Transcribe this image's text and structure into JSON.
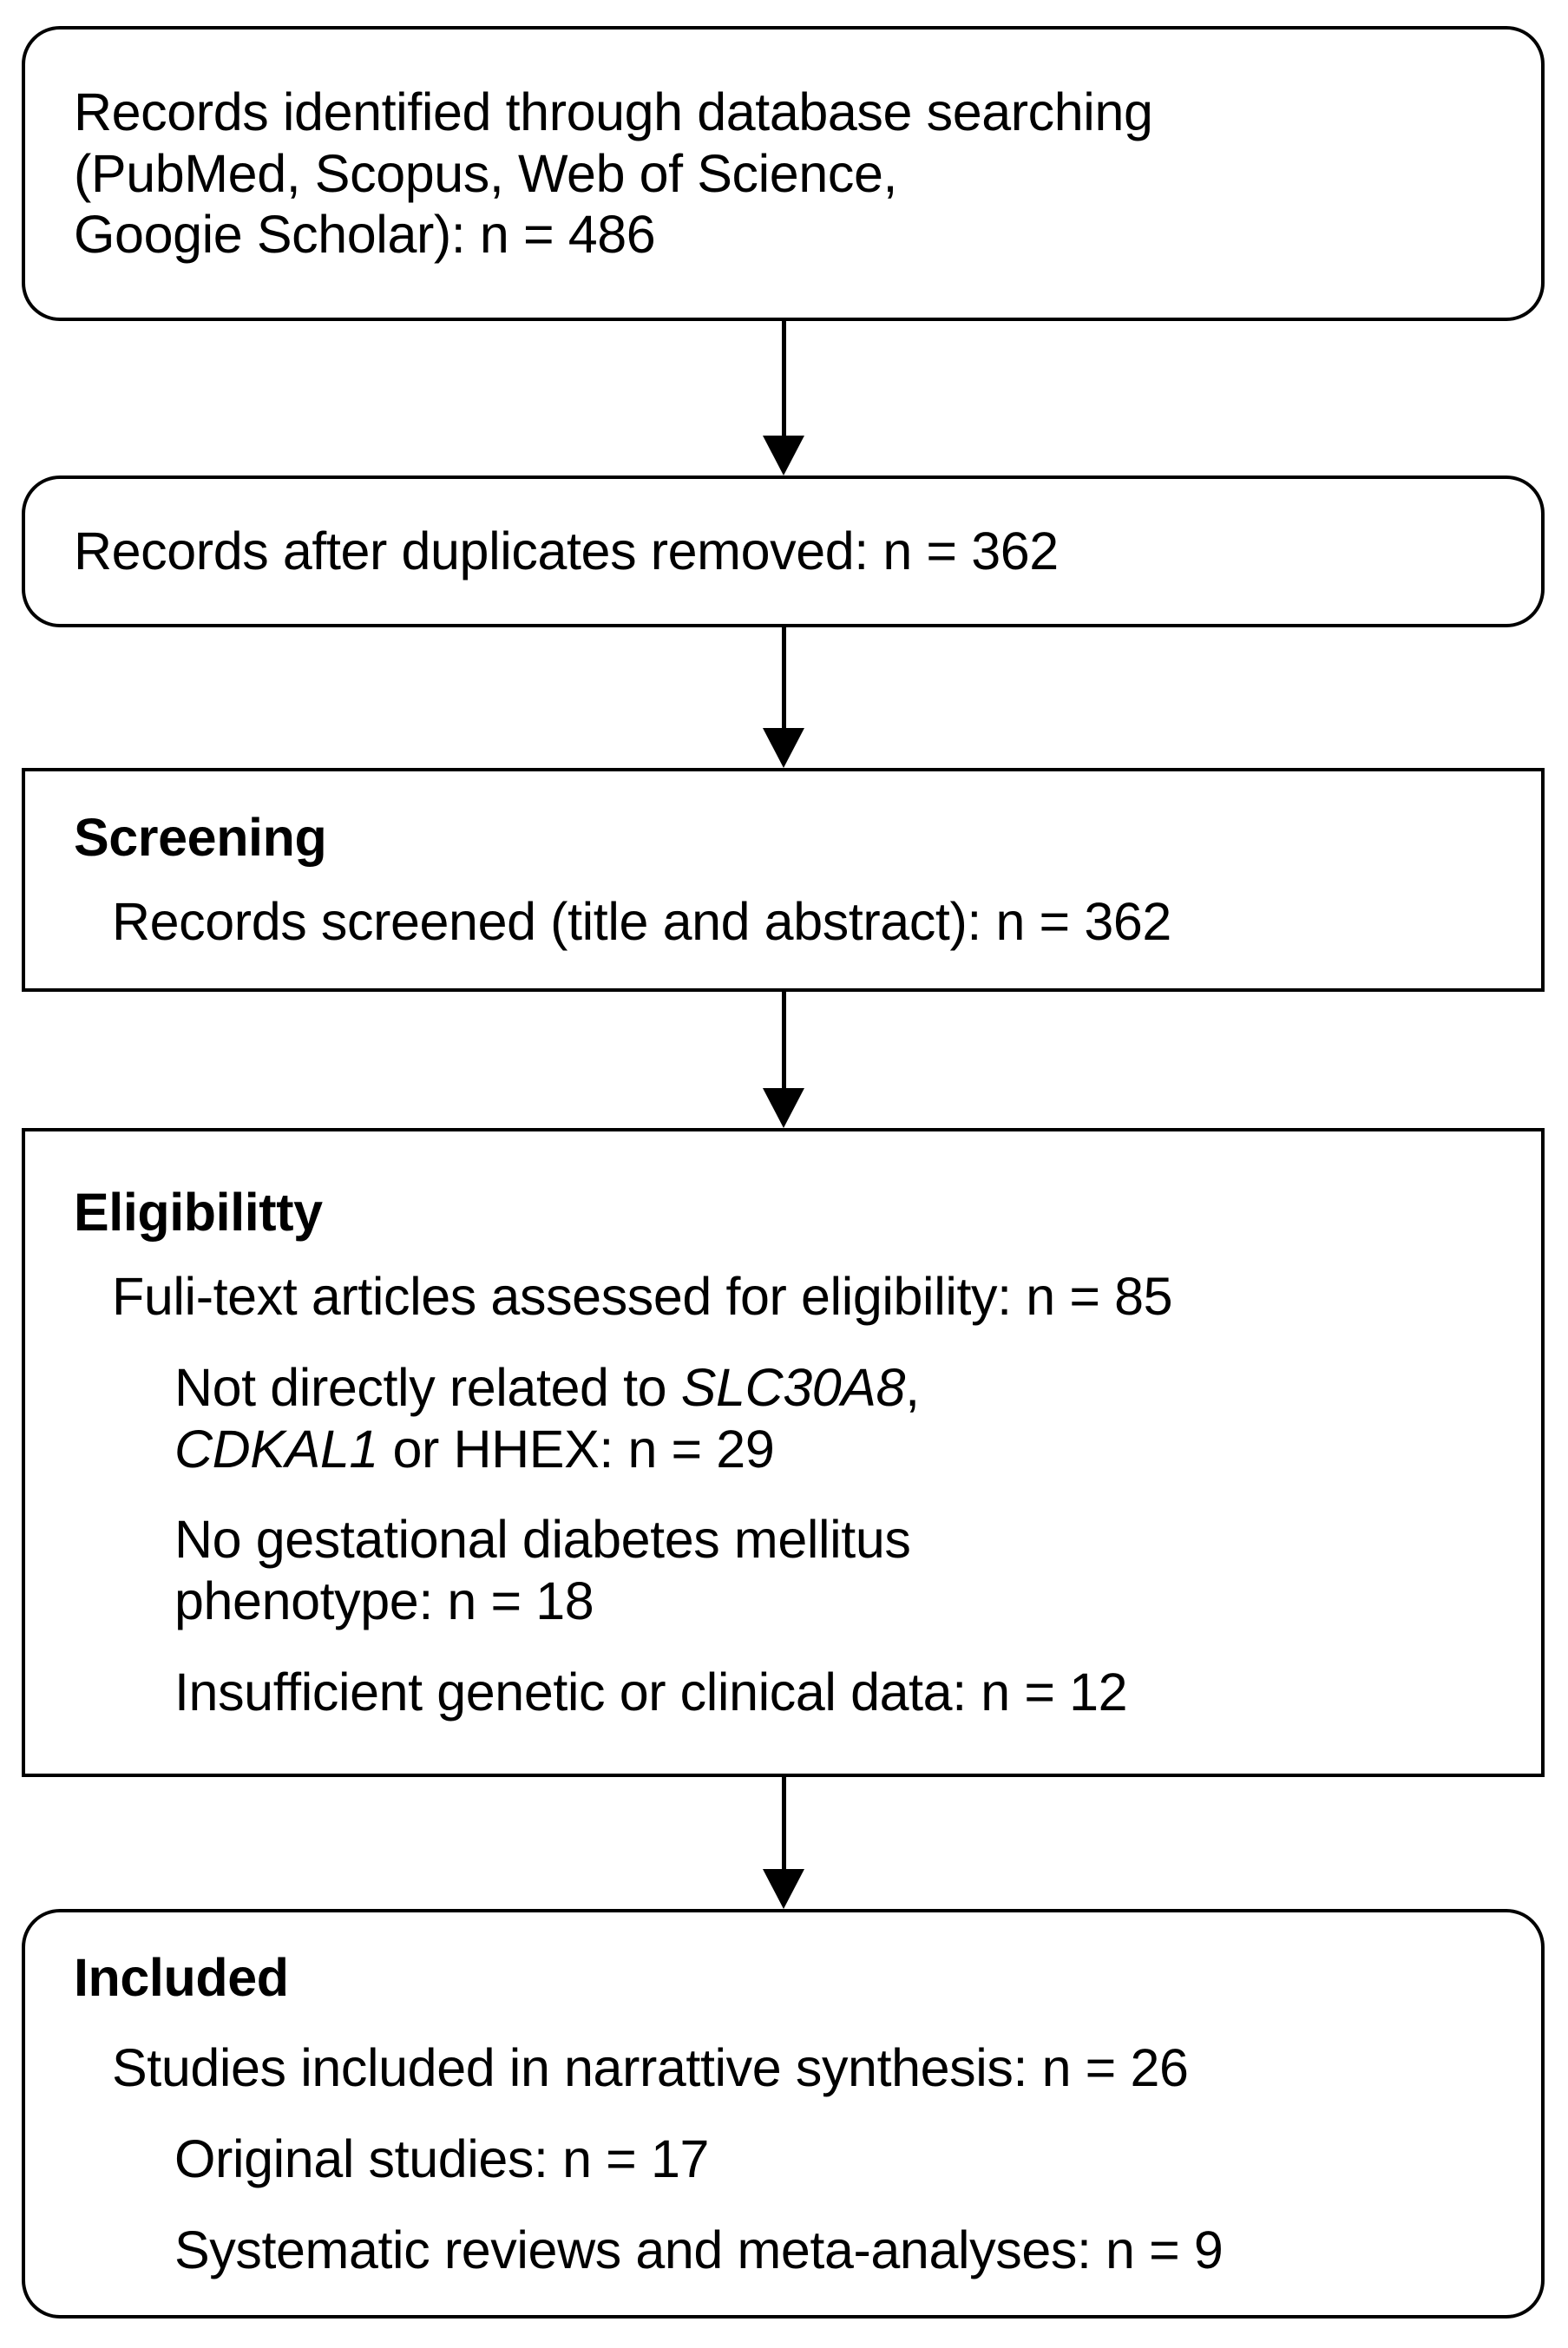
{
  "diagram": {
    "title": "PRISMA study selection flow diagram",
    "type": "flowchart",
    "colors": {
      "background": "#ffffff",
      "border": "#000000",
      "text": "#000000"
    },
    "nodes": [
      {
        "id": "identification",
        "shape": "rounded-rectangle",
        "lines": [
          "Records identified through database searching",
          "(PubMed, Scopus, Web of Science,",
          "Googie Scholar): n = 486"
        ],
        "count": 486
      },
      {
        "id": "duplicates-removed",
        "shape": "rounded-rectangle",
        "lines": [
          "Records after duplicates removed: n = 362"
        ],
        "count": 362
      },
      {
        "id": "screening",
        "shape": "rectangle",
        "heading": "Screening",
        "items": [
          "Records screened (title and abstract): n = 362"
        ],
        "count": 362
      },
      {
        "id": "eligibility",
        "shape": "rectangle",
        "heading": "Eligibilitty",
        "items": [
          "Fuli-text articles assessed for eligibility: n = 85"
        ],
        "count": 85,
        "exclusions": [
          {
            "prefix": "Not directly related to ",
            "gene1": "SLC30A8",
            "mid": ",",
            "gene2": "CDKAL1",
            "suffix": " or HHEX: n = 29",
            "count": 29
          },
          {
            "text_line1": "No gestational diabetes mellitus",
            "text_line2": "phenotype: n = 18",
            "count": 18
          },
          {
            "text_line1": "Insufficient genetic or clinical data: n = 12",
            "count": 12
          }
        ]
      },
      {
        "id": "included",
        "shape": "rounded-rectangle",
        "heading": "Included",
        "items": [
          "Studies included in narrattive synthesis: n = 26"
        ],
        "count": 26,
        "subitems": [
          "Original studies: n = 17",
          "Systematic reviews and meta-analyses: n = 9"
        ]
      }
    ],
    "arrows": [
      {
        "from": "identification",
        "to": "duplicates-removed"
      },
      {
        "from": "duplicates-removed",
        "to": "screening"
      },
      {
        "from": "screening",
        "to": "eligibility"
      },
      {
        "from": "eligibility",
        "to": "included"
      }
    ]
  }
}
